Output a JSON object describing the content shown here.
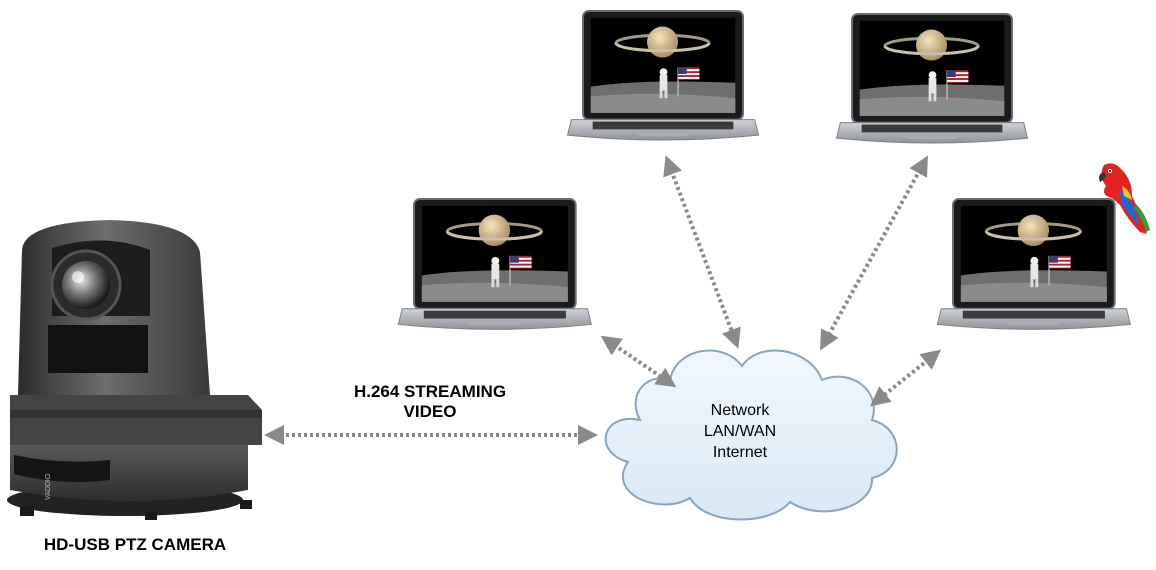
{
  "camera": {
    "label": "HD-USB PTZ CAMERA",
    "brand_mark": "VADDIO"
  },
  "stream": {
    "line1": "H.264 STREAMING",
    "line2": "VIDEO"
  },
  "network": {
    "line1": "Network",
    "line2": "LAN/WAN",
    "line3": "Internet"
  },
  "laptops": [
    {
      "id": "laptop-top-left",
      "screen": "saturn-over-moon-landing"
    },
    {
      "id": "laptop-top-right",
      "screen": "saturn-over-moon-landing"
    },
    {
      "id": "laptop-mid-left",
      "screen": "saturn-over-moon-landing"
    },
    {
      "id": "laptop-mid-right",
      "screen": "saturn-over-moon-landing"
    }
  ],
  "decor": {
    "mascot": "parrot-icon"
  },
  "colors": {
    "arrow": "#8a8a8a",
    "cloud_fill": "#e6f2fb",
    "cloud_stroke": "#8aa4bf",
    "laptop_body": "#b9bcc0"
  }
}
